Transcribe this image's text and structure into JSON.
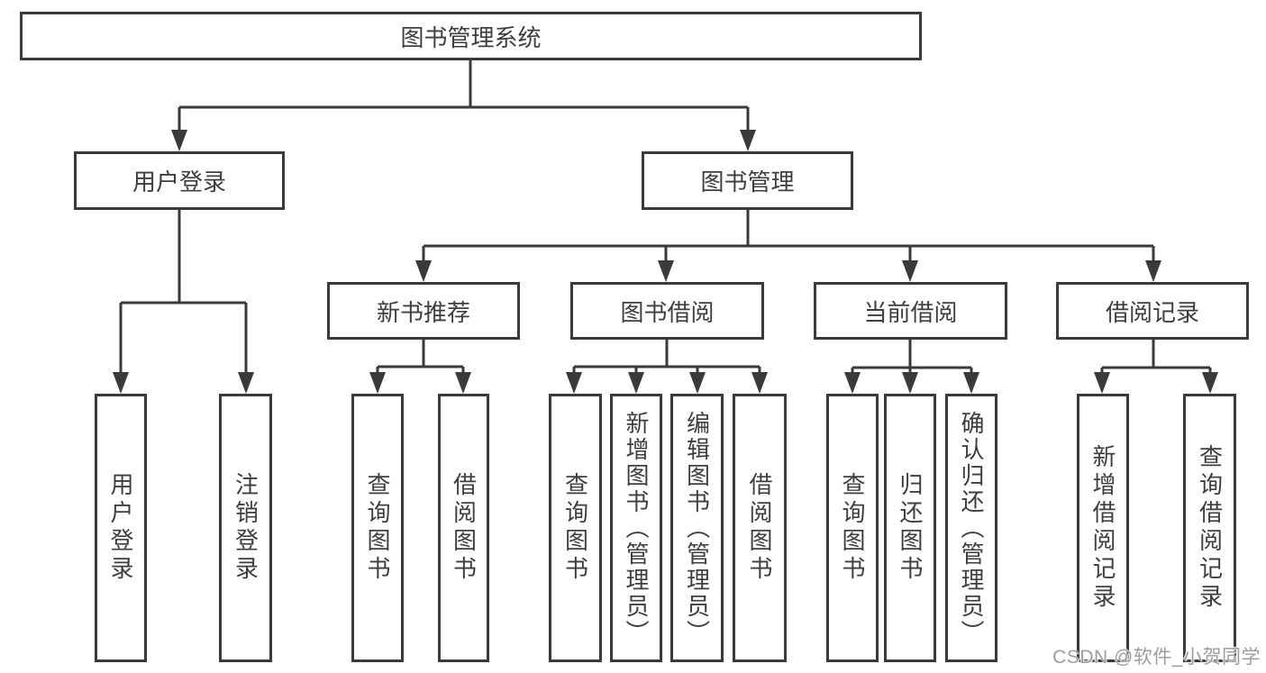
{
  "diagram": {
    "root": "图书管理系统",
    "branches": [
      {
        "label": "用户登录",
        "children": [
          "用户登录",
          "注销登录"
        ]
      },
      {
        "label": "图书管理",
        "children": [
          {
            "label": "新书推荐",
            "children": [
              "查询图书",
              "借阅图书"
            ]
          },
          {
            "label": "图书借阅",
            "children": [
              "查询图书",
              "新增图书（管理员）",
              "编辑图书（管理员）",
              "借阅图书"
            ]
          },
          {
            "label": "当前借阅",
            "children": [
              "查询图书",
              "归还图书",
              "确认归还（管理员）"
            ]
          },
          {
            "label": "借阅记录",
            "children": [
              "新增借阅记录",
              "查询借阅记录"
            ]
          }
        ]
      }
    ]
  },
  "watermark": {
    "text": "CSDN @软件_小贺同学"
  },
  "colors": {
    "background": "#ffffff",
    "box_border": "#3a3a3a",
    "connector_line": "#3a3a3a",
    "text": "#3e3e3e",
    "watermark_text": "#9d9d9d"
  }
}
